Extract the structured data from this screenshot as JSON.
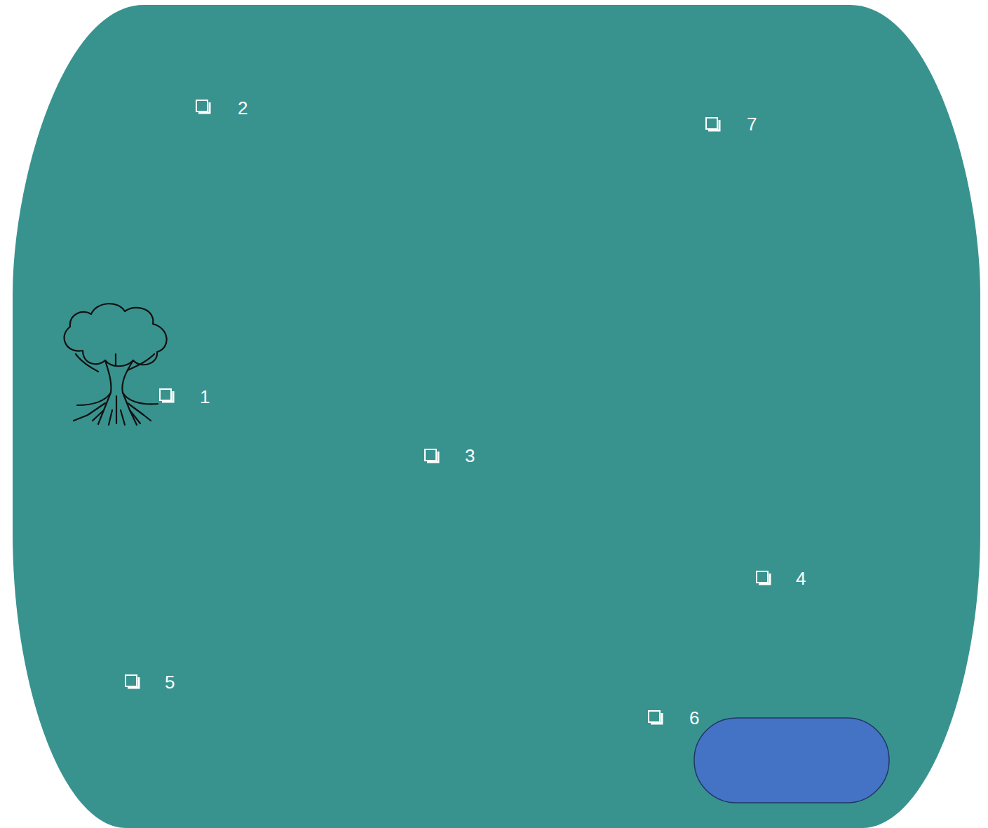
{
  "diagram": {
    "labels": [
      "2",
      "7",
      "1",
      "3",
      "4",
      "5",
      "6"
    ]
  }
}
